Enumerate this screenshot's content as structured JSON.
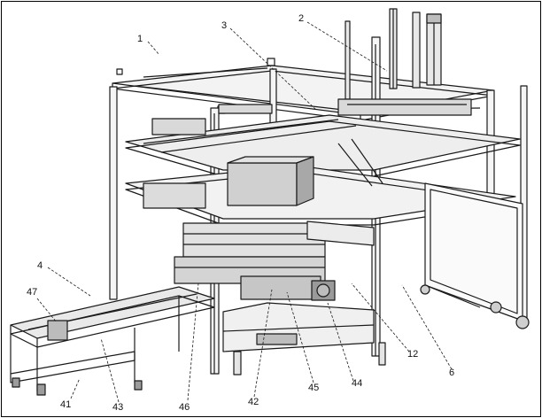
{
  "labels": [
    {
      "id": "l1",
      "text": "1"
    },
    {
      "id": "l2",
      "text": "2"
    },
    {
      "id": "l3",
      "text": "3"
    },
    {
      "id": "l4",
      "text": "4"
    },
    {
      "id": "l47",
      "text": "47"
    },
    {
      "id": "l41",
      "text": "41"
    },
    {
      "id": "l43",
      "text": "43"
    },
    {
      "id": "l46",
      "text": "46"
    },
    {
      "id": "l42",
      "text": "42"
    },
    {
      "id": "l45",
      "text": "45"
    },
    {
      "id": "l44",
      "text": "44"
    },
    {
      "id": "l12",
      "text": "12"
    },
    {
      "id": "l6",
      "text": "6"
    }
  ],
  "colors": {
    "line": "#1a1a1a",
    "panel": "#d9d9d9",
    "shade": "#8c8c8c",
    "background": "#ffffff"
  }
}
